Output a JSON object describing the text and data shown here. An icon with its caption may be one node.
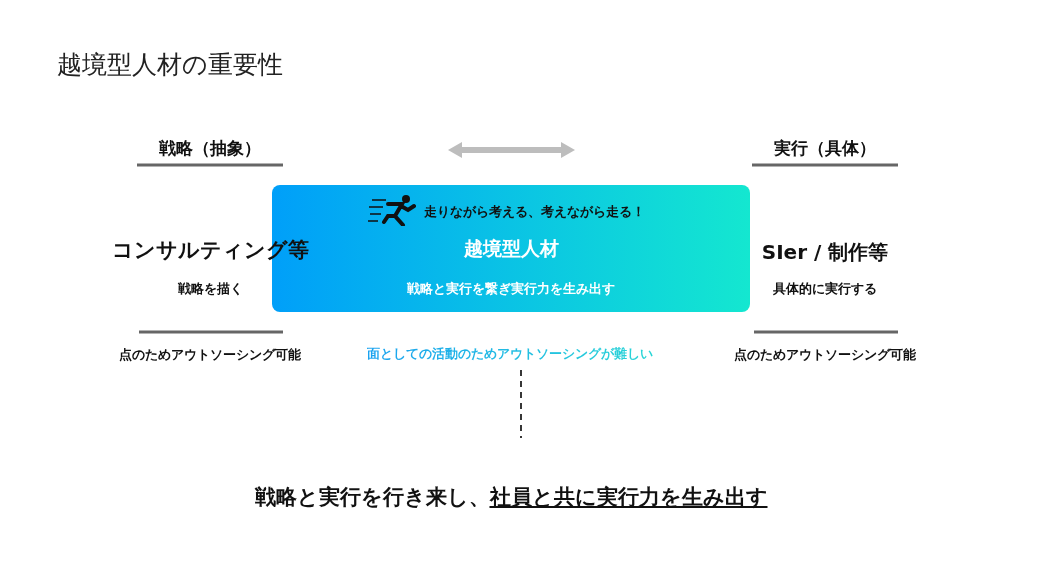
{
  "diagram": {
    "title": "越境型人材の重要性",
    "nodes": [
      {
        "text": [
          "走りながら考える、考えながら走る！",
          "越境型人材",
          "戦略と実行を繋ぎ実行力を生み出す"
        ],
        "beside": [
          "面としての活動のためアウトソーシングが難しい"
        ]
      },
      {
        "text": [
          "戦略と実行を行き来し、",
          "社員と共に実行力を生み出す"
        ]
      }
    ],
    "edges": [
      {
        "from": 0,
        "to": 1,
        "arrow": "none",
        "style": "dashed"
      }
    ],
    "labels": [
      "戦略（抽象）",
      "実行（具体）",
      "コンサルティング等",
      "SIer / 制作等",
      "戦略を描く",
      "具体的に実行する",
      "点のためアウトソーシング可能",
      "点のためアウトソーシング可能"
    ]
  }
}
